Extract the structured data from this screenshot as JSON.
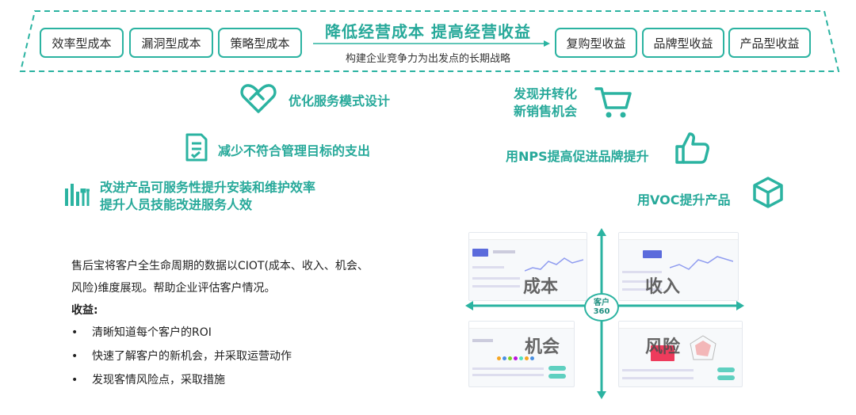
{
  "top_band": {
    "left_pills": [
      "效率型成本",
      "漏洞型成本",
      "策略型成本"
    ],
    "right_pills": [
      "复购型收益",
      "品牌型收益",
      "产品型收益"
    ],
    "headline": "降低经营成本 提高经营收益",
    "subline": "构建企业竞争力为出发点的长期战略"
  },
  "features": {
    "service_design": "优化服务模式设计",
    "reduce_spend": "减少不符合管理目标的支出",
    "improve_line1": "改进产品可服务性提升安装和维护效率",
    "improve_line2": "提升人员技能改进服务人效",
    "discover_line1": "发现并转化",
    "discover_line2": "新销售机会",
    "nps": "用NPS提高促进品牌提升",
    "voc": "用VOC提升产品"
  },
  "description": {
    "line1": "售后宝将客户全生命周期的数据以CIOT(成本、收入、机会、",
    "line2": "风险)维度展现。帮助企业评估客户情况。",
    "benefit_title": "收益:",
    "bullets": [
      "清晰知道每个客户的ROI",
      "快速了解客户的新机会，并采取运营动作",
      "发现客情风险点，采取措施"
    ]
  },
  "quadrants": {
    "cost": "成本",
    "income": "收入",
    "opportunity": "机会",
    "risk": "风险",
    "center_line1": "客户",
    "center_line2": "360"
  },
  "colors": {
    "accent": "#2bb3a1",
    "accent_text": "#27a99a"
  }
}
